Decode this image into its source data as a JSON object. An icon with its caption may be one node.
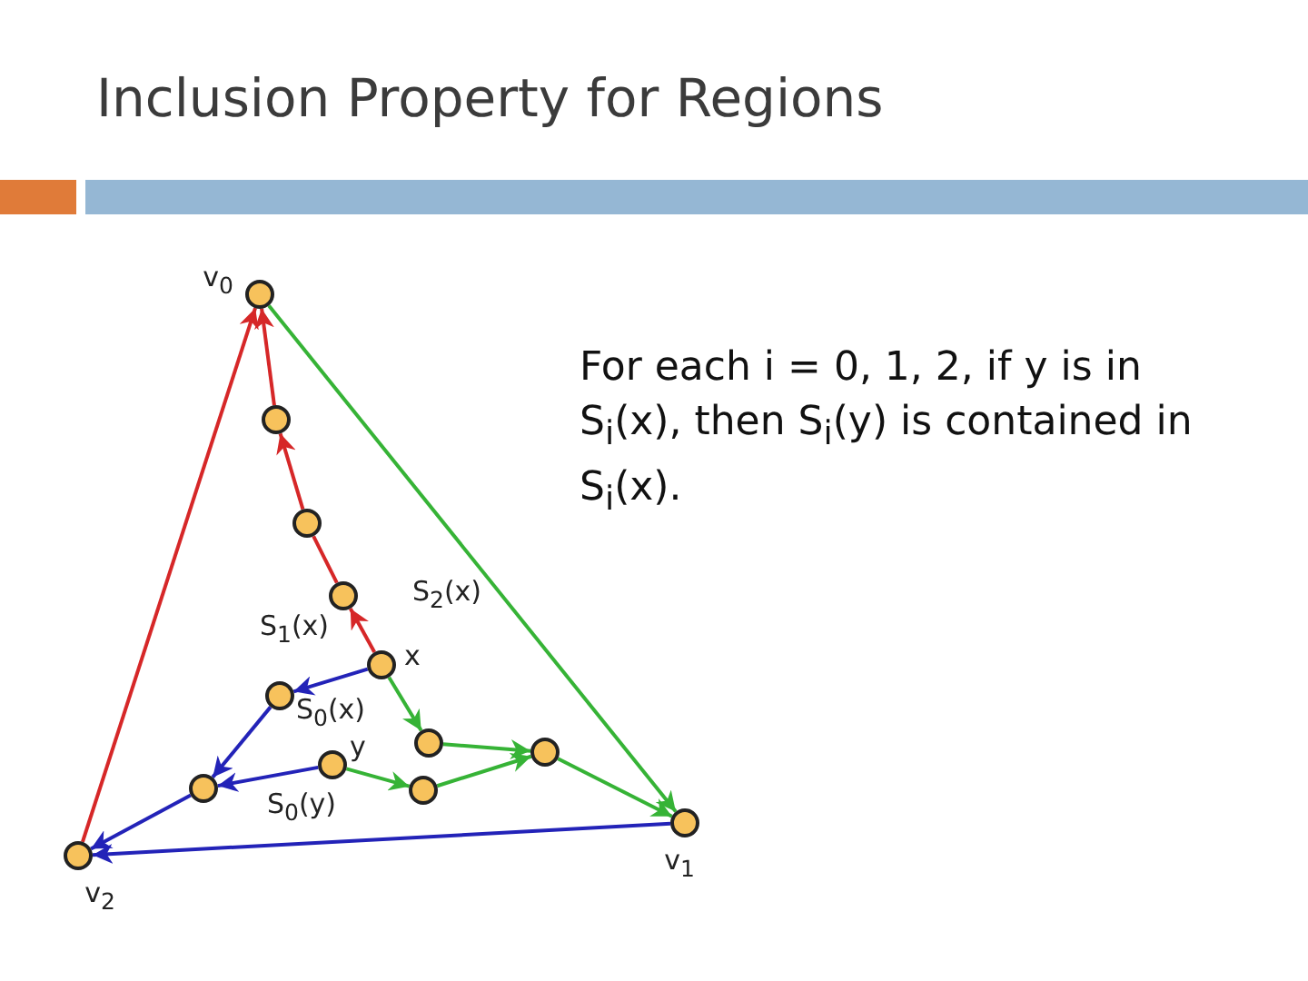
{
  "diagram": {
    "title": "Inclusion Property for Regions",
    "nodes": [
      {
        "text": [],
        "shape": "circle",
        "beside": [
          "v$_{0}$"
        ]
      },
      {
        "text": [],
        "shape": "circle"
      },
      {
        "text": [],
        "shape": "circle"
      },
      {
        "text": [],
        "shape": "circle"
      },
      {
        "text": [],
        "shape": "circle",
        "beside": [
          "x"
        ]
      },
      {
        "text": [],
        "shape": "circle"
      },
      {
        "text": [],
        "shape": "circle"
      },
      {
        "text": [],
        "shape": "circle"
      },
      {
        "text": [],
        "shape": "circle",
        "beside": [
          "y"
        ]
      },
      {
        "text": [],
        "shape": "circle"
      },
      {
        "text": [],
        "shape": "circle"
      },
      {
        "text": [],
        "shape": "circle",
        "beside": [
          "v$_{1}$"
        ]
      },
      {
        "text": [],
        "shape": "circle",
        "beside": [
          "v$_{2}$"
        ]
      }
    ],
    "edges": [
      {
        "from": 12,
        "to": 0,
        "arrow": "to",
        "color": "#d62728"
      },
      {
        "from": 4,
        "to": 3,
        "arrow": "to",
        "color": "#d62728"
      },
      {
        "from": 3,
        "to": 2,
        "arrow": "none",
        "color": "#d62728"
      },
      {
        "from": 2,
        "to": 1,
        "arrow": "to",
        "color": "#d62728"
      },
      {
        "from": 1,
        "to": 0,
        "arrow": "to",
        "color": "#d62728"
      },
      {
        "from": 0,
        "to": 11,
        "arrow": "to"
      },
      {
        "from": 4,
        "to": 6,
        "arrow": "to"
      },
      {
        "from": 6,
        "to": 7,
        "arrow": "to"
      },
      {
        "from": 7,
        "to": 11,
        "arrow": "to"
      },
      {
        "from": 8,
        "to": 10,
        "arrow": "to"
      },
      {
        "from": 10,
        "to": 7,
        "arrow": "to"
      },
      {
        "from": 11,
        "to": 12,
        "arrow": "to",
        "color": "#2323b8"
      },
      {
        "from": 4,
        "to": 5,
        "arrow": "to",
        "color": "#2323b8"
      },
      {
        "from": 5,
        "to": 9,
        "arrow": "to",
        "color": "#2323b8"
      },
      {
        "from": 8,
        "to": 9,
        "arrow": "to",
        "color": "#2323b8"
      },
      {
        "from": 9,
        "to": 12,
        "arrow": "to",
        "color": "#2323b8"
      }
    ],
    "labels": [
      "For each i = 0, 1, 2, if y is in S$_{i}$(x), then S$_{i}$(y) is contained in S$_{i}$(x).",
      "S$_{2}$(x)",
      "S$_{1}$(x)",
      "S$_{0}$(x)",
      "S$_{0}$(y)"
    ]
  }
}
